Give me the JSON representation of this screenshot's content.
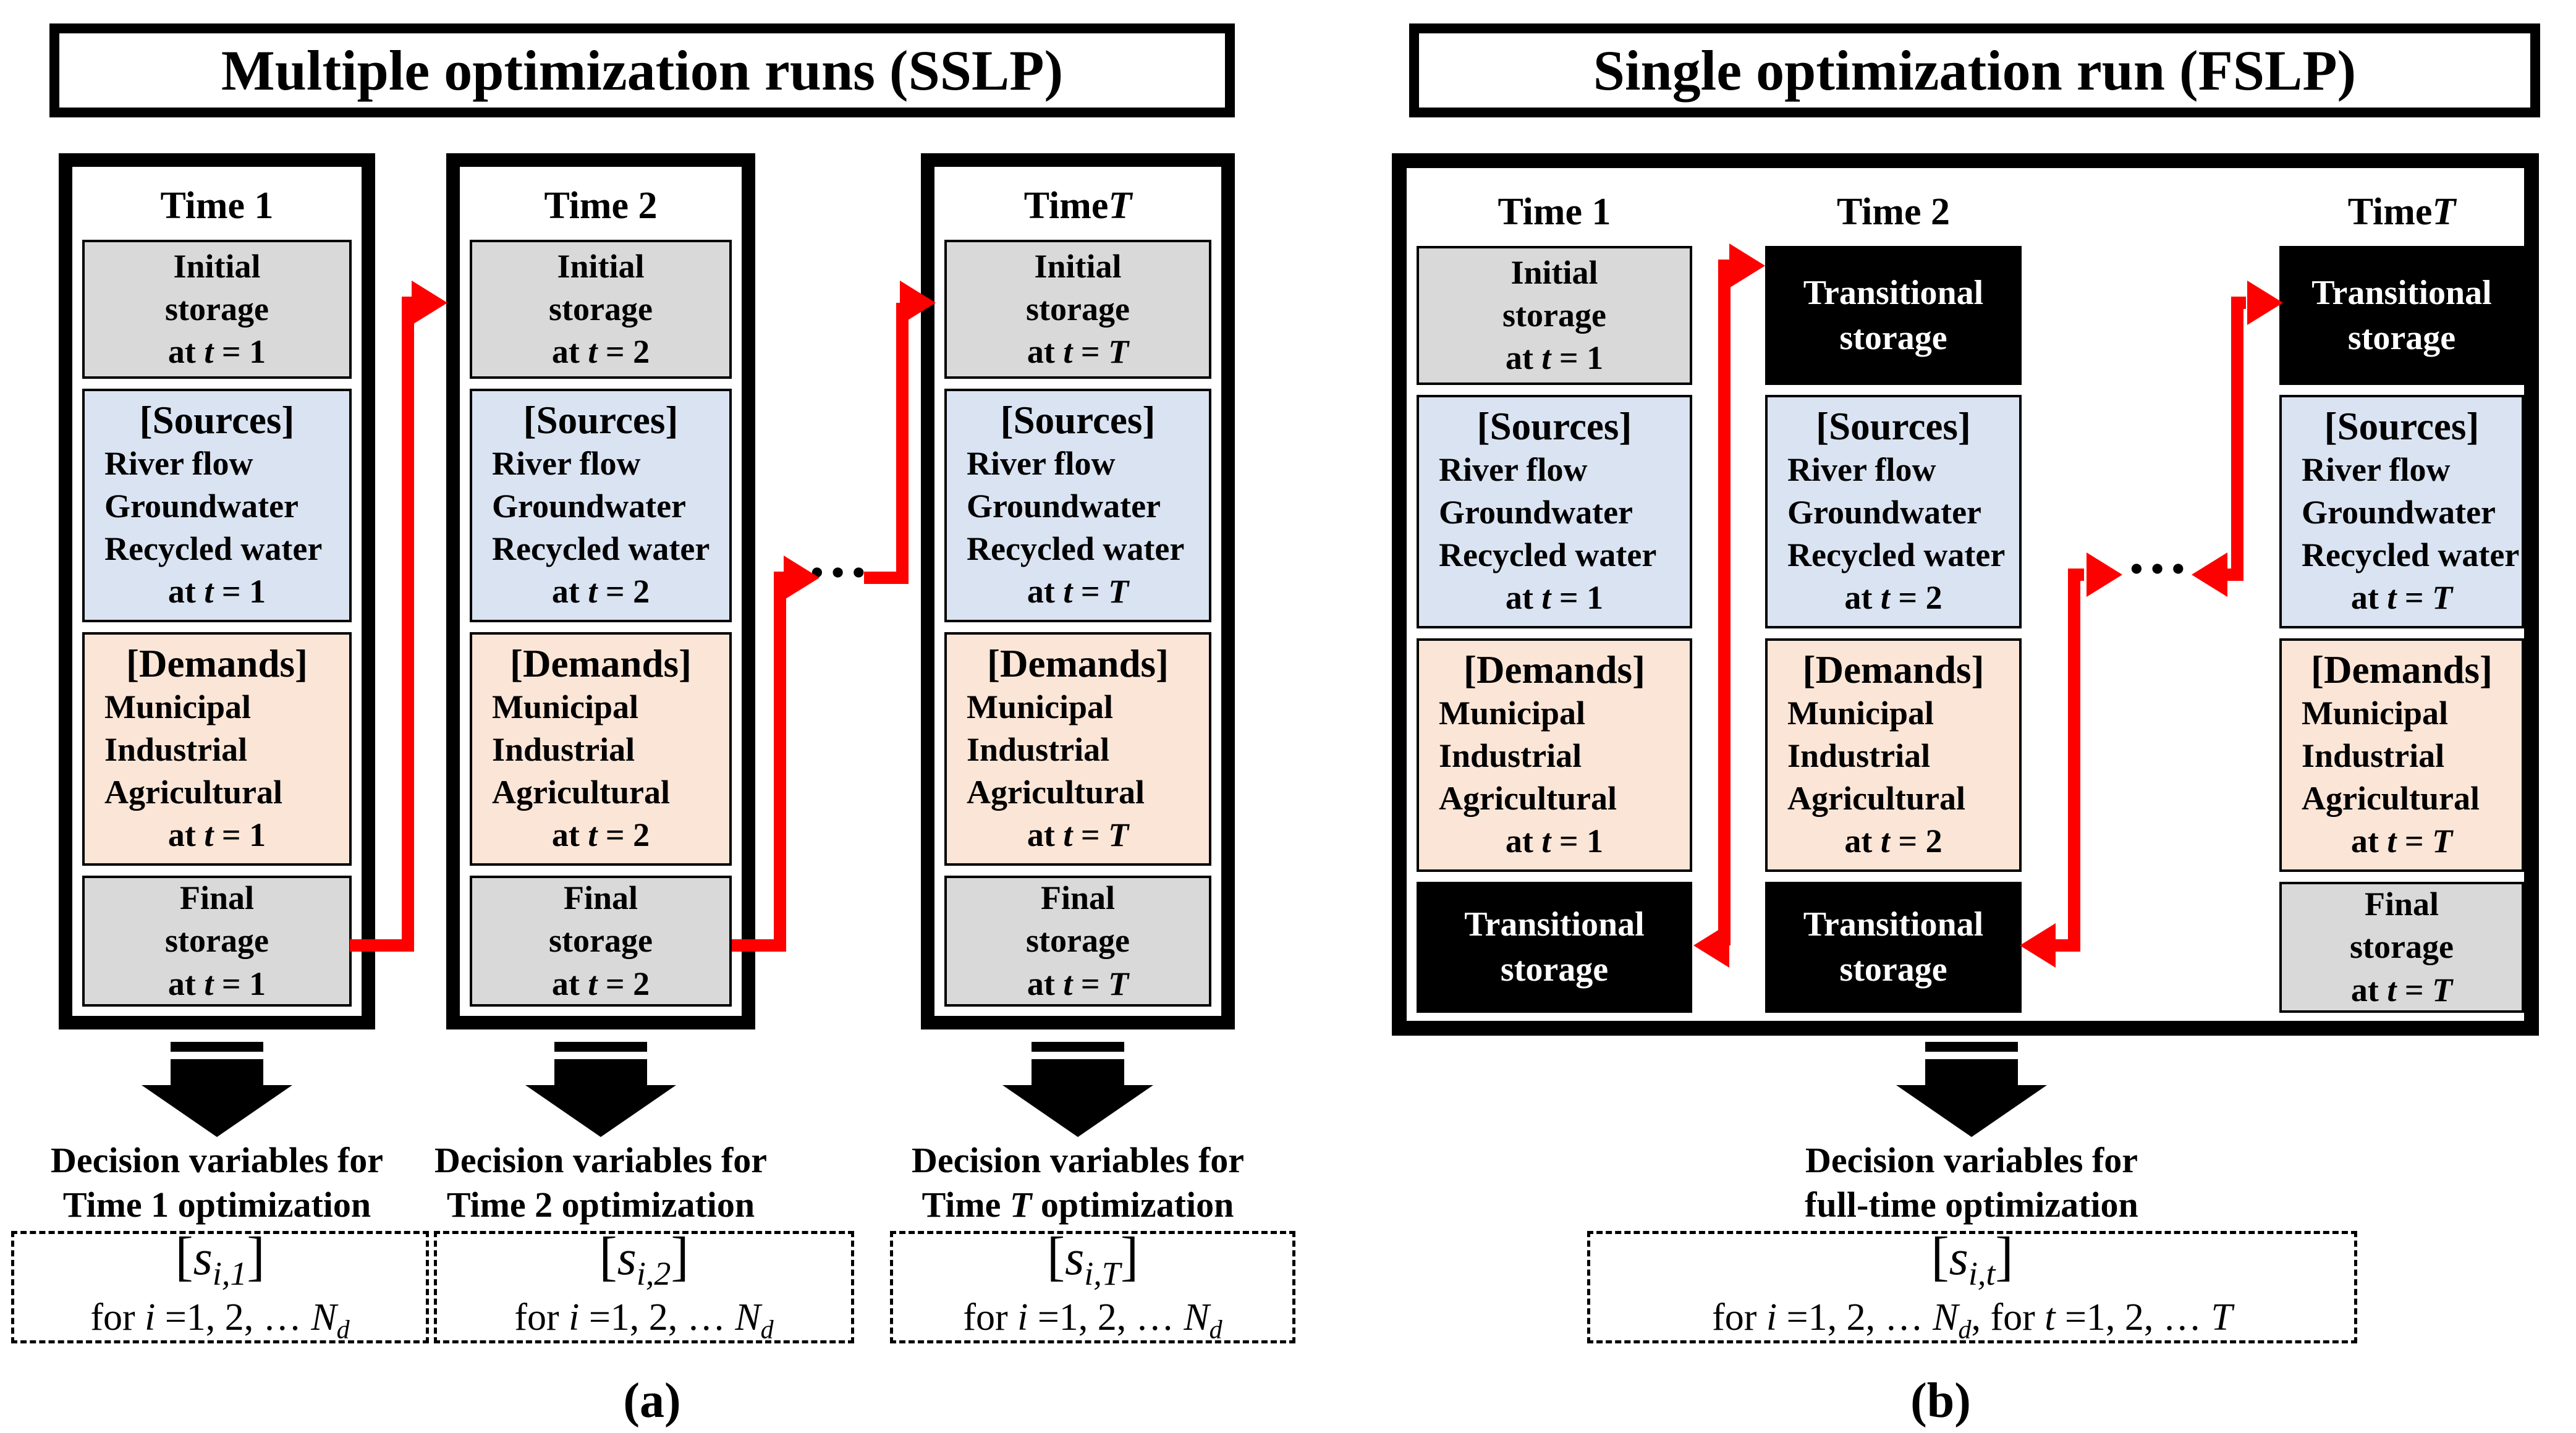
{
  "sslp": {
    "title": "Multiple optimization runs (SSLP)",
    "caption": "(a)",
    "ellipsis": "…",
    "columns": [
      {
        "header": {
          "pre": "Time 1",
          "it": ""
        },
        "initial": {
          "l1": "Initial",
          "l2": "storage",
          "at": {
            "pre": "at ",
            "v": "t",
            "mid": " = ",
            "val": "1"
          }
        },
        "sources": {
          "title": "[Sources]",
          "i1": "River flow",
          "i2": "Groundwater",
          "i3": "Recycled water",
          "at": {
            "pre": "at ",
            "v": "t",
            "mid": " = ",
            "val": "1"
          }
        },
        "demands": {
          "title": "[Demands]",
          "i1": "Municipal",
          "i2": "Industrial",
          "i3": "Agricultural",
          "at": {
            "pre": "at ",
            "v": "t",
            "mid": " = ",
            "val": "1"
          }
        },
        "final": {
          "l1": "Final",
          "l2": "storage",
          "at": {
            "pre": "at ",
            "v": "t",
            "mid": " = ",
            "val": "1"
          }
        },
        "decision1": "Decision variables for",
        "decision2": {
          "pre": "Time 1 optimization",
          "it": "",
          "post": ""
        },
        "vars": {
          "bl": "[",
          "s": "s",
          "sub": "i,1",
          "br": "]"
        },
        "domain": {
          "f": "for ",
          "i": "i",
          "seq": " =1, 2, … ",
          "N": "N",
          "Nsub": "d"
        }
      },
      {
        "header": {
          "pre": "Time 2",
          "it": ""
        },
        "initial": {
          "l1": "Initial",
          "l2": "storage",
          "at": {
            "pre": "at ",
            "v": "t",
            "mid": " = ",
            "val": "2"
          }
        },
        "sources": {
          "title": "[Sources]",
          "i1": "River flow",
          "i2": "Groundwater",
          "i3": "Recycled water",
          "at": {
            "pre": "at ",
            "v": "t",
            "mid": " = ",
            "val": "2"
          }
        },
        "demands": {
          "title": "[Demands]",
          "i1": "Municipal",
          "i2": "Industrial",
          "i3": "Agricultural",
          "at": {
            "pre": "at ",
            "v": "t",
            "mid": " = ",
            "val": "2"
          }
        },
        "final": {
          "l1": "Final",
          "l2": "storage",
          "at": {
            "pre": "at ",
            "v": "t",
            "mid": " = ",
            "val": "2"
          }
        },
        "decision1": "Decision variables for",
        "decision2": {
          "pre": "Time 2 optimization",
          "it": "",
          "post": ""
        },
        "vars": {
          "bl": "[",
          "s": "s",
          "sub": "i,2",
          "br": "]"
        },
        "domain": {
          "f": "for ",
          "i": "i",
          "seq": " =1, 2, … ",
          "N": "N",
          "Nsub": "d"
        }
      },
      {
        "header": {
          "pre": "Time ",
          "it": "T"
        },
        "initial": {
          "l1": "Initial",
          "l2": "storage",
          "at": {
            "pre": "at ",
            "v": "t",
            "mid": " = ",
            "val": "T"
          }
        },
        "sources": {
          "title": "[Sources]",
          "i1": "River flow",
          "i2": "Groundwater",
          "i3": "Recycled water",
          "at": {
            "pre": "at ",
            "v": "t",
            "mid": " = ",
            "val": "T"
          }
        },
        "demands": {
          "title": "[Demands]",
          "i1": "Municipal",
          "i2": "Industrial",
          "i3": "Agricultural",
          "at": {
            "pre": "at ",
            "v": "t",
            "mid": " = ",
            "val": "T"
          }
        },
        "final": {
          "l1": "Final",
          "l2": "storage",
          "at": {
            "pre": "at ",
            "v": "t",
            "mid": " = ",
            "val": "T"
          }
        },
        "decision1": "Decision variables for",
        "decision2": {
          "pre": "Time ",
          "it": "T",
          "post": " optimization"
        },
        "vars": {
          "bl": "[",
          "s": "s",
          "sub": "i,T",
          "br": "]"
        },
        "domain": {
          "f": "for ",
          "i": "i",
          "seq": " =1, 2, … ",
          "N": "N",
          "Nsub": "d"
        }
      }
    ]
  },
  "fslp": {
    "title": "Single optimization run (FSLP)",
    "caption": "(b)",
    "ellipsis": "…",
    "decision1": "Decision variables for",
    "decision2": "full-time optimization",
    "columns": [
      {
        "header": {
          "pre": "Time 1",
          "it": ""
        },
        "top": {
          "l1": "Initial",
          "l2": "storage",
          "at": {
            "pre": "at ",
            "v": "t",
            "mid": " = ",
            "val": "1"
          }
        },
        "sources": {
          "title": "[Sources]",
          "i1": "River flow",
          "i2": "Groundwater",
          "i3": "Recycled water",
          "at": {
            "pre": "at ",
            "v": "t",
            "mid": " = ",
            "val": "1"
          }
        },
        "demands": {
          "title": "[Demands]",
          "i1": "Municipal",
          "i2": "Industrial",
          "i3": "Agricultural",
          "at": {
            "pre": "at ",
            "v": "t",
            "mid": " = ",
            "val": "1"
          }
        },
        "bottom": {
          "l1": "Transitional",
          "l2": "storage"
        }
      },
      {
        "header": {
          "pre": "Time 2",
          "it": ""
        },
        "top": {
          "l1": "Transitional",
          "l2": "storage"
        },
        "sources": {
          "title": "[Sources]",
          "i1": "River flow",
          "i2": "Groundwater",
          "i3": "Recycled water",
          "at": {
            "pre": "at ",
            "v": "t",
            "mid": " = ",
            "val": "2"
          }
        },
        "demands": {
          "title": "[Demands]",
          "i1": "Municipal",
          "i2": "Industrial",
          "i3": "Agricultural",
          "at": {
            "pre": "at ",
            "v": "t",
            "mid": " = ",
            "val": "2"
          }
        },
        "bottom": {
          "l1": "Transitional",
          "l2": "storage"
        }
      },
      {
        "header": {
          "pre": "Time ",
          "it": "T"
        },
        "top": {
          "l1": "Transitional",
          "l2": "storage"
        },
        "sources": {
          "title": "[Sources]",
          "i1": "River flow",
          "i2": "Groundwater",
          "i3": "Recycled water",
          "at": {
            "pre": "at ",
            "v": "t",
            "mid": " = ",
            "val": "T"
          }
        },
        "demands": {
          "title": "[Demands]",
          "i1": "Municipal",
          "i2": "Industrial",
          "i3": "Agricultural",
          "at": {
            "pre": "at ",
            "v": "t",
            "mid": " = ",
            "val": "T"
          }
        },
        "bottom": {
          "l1": "Final",
          "l2": "storage",
          "at": {
            "pre": "at ",
            "v": "t",
            "mid": " = ",
            "val": "T"
          }
        }
      }
    ],
    "vars": {
      "bl": "[",
      "s": "s",
      "sub": "i,t",
      "br": "]"
    },
    "domain": {
      "f": "for ",
      "i": "i",
      "seq": " =1, 2, … ",
      "N": "N",
      "Nsub": "d",
      "f2": ", for ",
      "t": "t",
      "seq2": " =1, 2, … ",
      "T": "T"
    }
  },
  "colors": {
    "accent_red": "#ff0000",
    "box_gray": "#d9d9d9",
    "box_blue": "#dae3f1",
    "box_peach": "#fbe5d6",
    "box_black": "#000000"
  }
}
